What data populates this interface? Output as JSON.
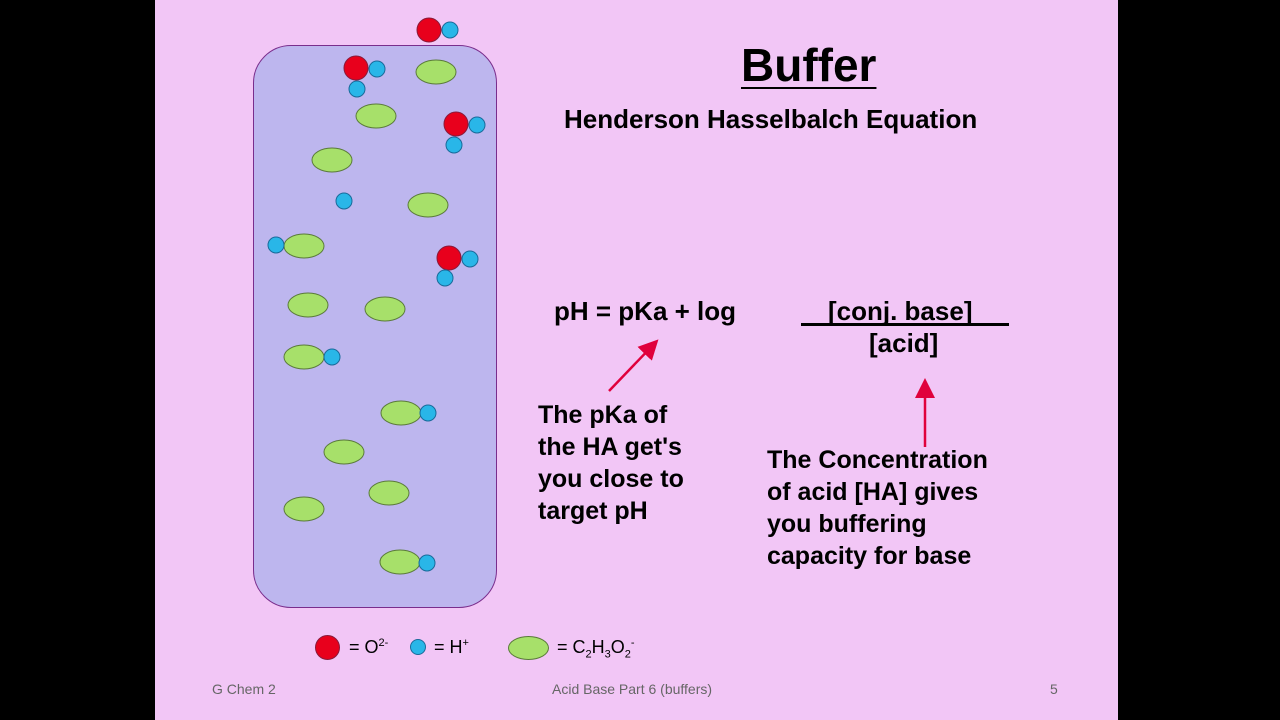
{
  "slide": {
    "title": "Buffer",
    "subtitle": "Henderson Hasselbalch Equation",
    "equation": {
      "lhs": "pH = pKa + log",
      "numerator": "[conj. base]",
      "denominator": "[acid]"
    },
    "note_pka": "The  pKa of\nthe HA get's\nyou close to\ntarget pH",
    "note_acid": "The  Concentration\nof acid [HA] gives\nyou buffering\ncapacity for base",
    "legend": {
      "oxygen": "= O",
      "oxygen_sup": "2-",
      "hydrogen": "= H",
      "hydrogen_sup": "+",
      "acetate_prefix": "= C",
      "acetate_sub1": "2",
      "acetate_h": "H",
      "acetate_sub2": "3",
      "acetate_o": "O",
      "acetate_sub3": "2",
      "acetate_sup": "-"
    },
    "footer": {
      "left": "G Chem 2",
      "center": "Acid Base Part  6 (buffers)",
      "right": "5"
    }
  },
  "colors": {
    "background": "#f2c6f6",
    "container_fill": "#bdb6ee",
    "oxygen": "#e8001c",
    "hydrogen": "#29b6e8",
    "acetate": "#a7e06a",
    "arrow": "#e0003c"
  }
}
